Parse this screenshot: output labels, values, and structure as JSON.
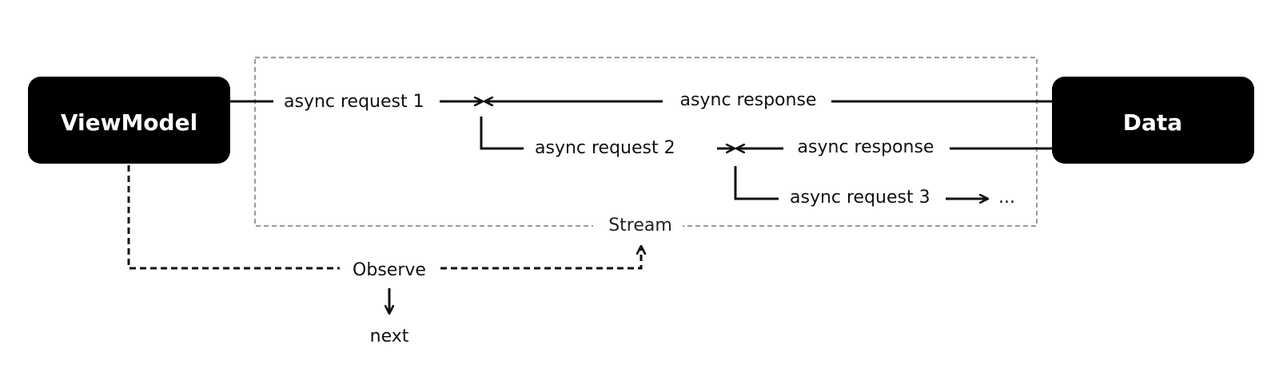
{
  "nodes": {
    "viewmodel": "ViewModel",
    "data": "Data"
  },
  "stream": {
    "label": "Stream",
    "requests": [
      "async request 1",
      "async request 2",
      "async request 3"
    ],
    "responses": [
      "async response",
      "async response"
    ],
    "continuation": "..."
  },
  "observe": {
    "label": "Observe",
    "next": "next"
  },
  "colors": {
    "node_fill": "#000000",
    "node_text": "#ffffff",
    "line": "#111111",
    "stream_border": "#9a9a9a"
  }
}
